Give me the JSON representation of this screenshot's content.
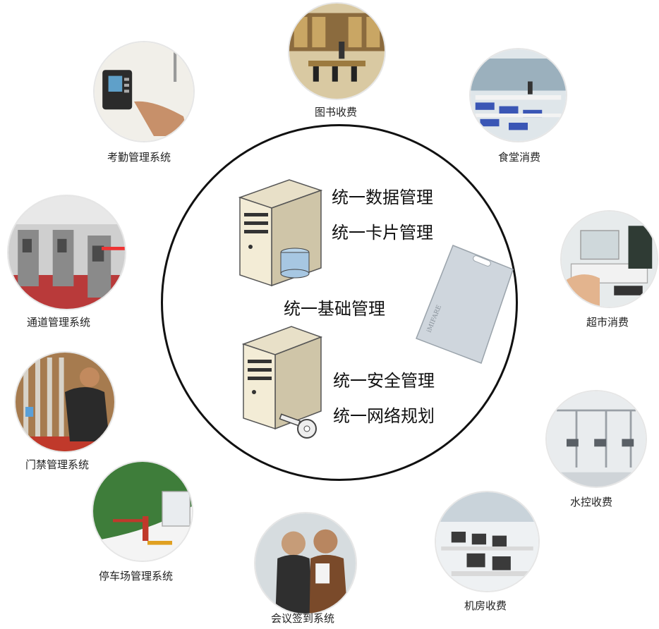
{
  "center": {
    "lines": [
      "统一数据管理",
      "统一卡片管理",
      "统一基础管理",
      "统一安全管理",
      "统一网络规划"
    ]
  },
  "systems": [
    {
      "label": "图书收费",
      "icon": "library-photo-icon"
    },
    {
      "label": "食堂消费",
      "icon": "canteen-photo-icon"
    },
    {
      "label": "考勤管理系统",
      "icon": "attendance-photo-icon"
    },
    {
      "label": "通道管理系统",
      "icon": "turnstile-photo-icon"
    },
    {
      "label": "超市消费",
      "icon": "supermarket-photo-icon"
    },
    {
      "label": "门禁管理系统",
      "icon": "door-access-photo-icon"
    },
    {
      "label": "水控收费",
      "icon": "water-control-photo-icon"
    },
    {
      "label": "停车场管理系统",
      "icon": "parking-photo-icon"
    },
    {
      "label": "会议签到系统",
      "icon": "meeting-checkin-photo-icon"
    },
    {
      "label": "机房收费",
      "icon": "computer-room-photo-icon"
    }
  ]
}
